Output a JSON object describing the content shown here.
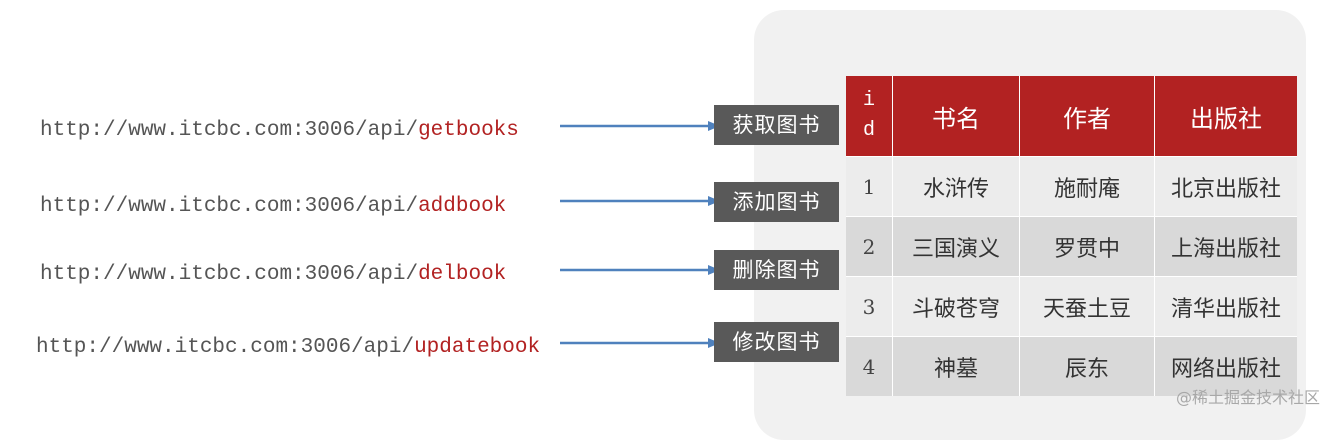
{
  "routes": [
    {
      "base": "http://www.itcbc.com:3006/api/",
      "endpoint": "getbooks",
      "action": "获取图书"
    },
    {
      "base": "http://www.itcbc.com:3006/api/",
      "endpoint": "addbook",
      "action": "添加图书"
    },
    {
      "base": "http://www.itcbc.com:3006/api/",
      "endpoint": "delbook",
      "action": "删除图书"
    },
    {
      "base": "http://www.itcbc.com:3006/api/",
      "endpoint": "updatebook",
      "action": "修改图书"
    }
  ],
  "table": {
    "headers": {
      "id_top": "i",
      "id_bottom": "d",
      "name": "书名",
      "author": "作者",
      "publisher": "出版社"
    },
    "rows": [
      {
        "id": "1",
        "name": "水浒传",
        "author": "施耐庵",
        "publisher": "北京出版社"
      },
      {
        "id": "2",
        "name": "三国演义",
        "author": "罗贯中",
        "publisher": "上海出版社"
      },
      {
        "id": "3",
        "name": "斗破苍穹",
        "author": "天蚕土豆",
        "publisher": "清华出版社"
      },
      {
        "id": "4",
        "name": "神墓",
        "author": "辰东",
        "publisher": "网络出版社"
      }
    ]
  },
  "watermark": "@稀土掘金技术社区",
  "colors": {
    "accent": "#b22222",
    "badge": "#595959",
    "arrow": "#4f81bd"
  }
}
